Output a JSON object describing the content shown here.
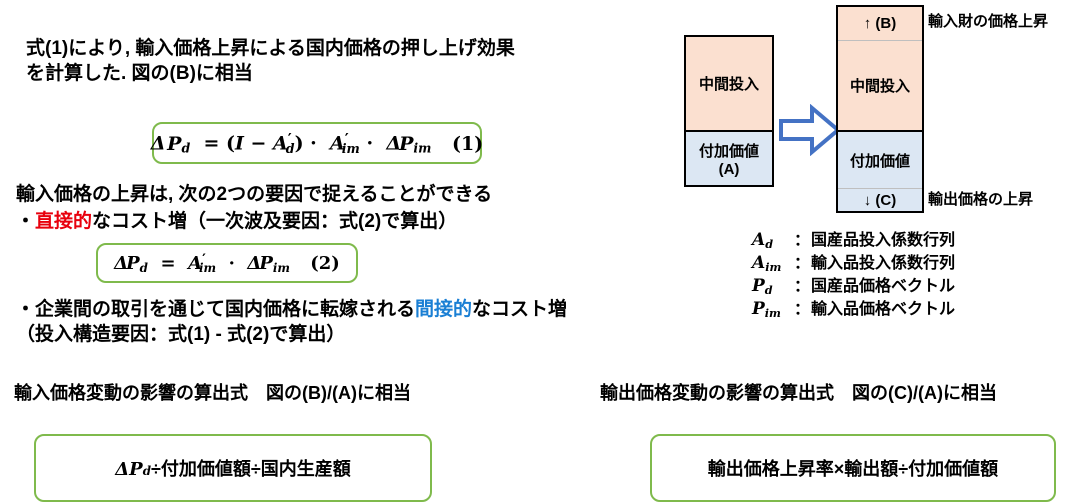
{
  "slide": {
    "title_text_block": {
      "line1": "式(1)により, 輸入価格上昇による国内価格の押し上げ効果",
      "line2": "を計算した. 図の(B)に相当"
    },
    "equation1": {
      "lhs_delta": "Δ",
      "lhs_P": "P",
      "lhs_sub": "d",
      "eq": " = (",
      "I": "I",
      "minus": " − ",
      "A1": "A",
      "A1_sub": "d",
      "close": ") · ",
      "A2": "A",
      "A2_sub": "im",
      "dot": " · ",
      "delta2": "Δ",
      "P2": "P",
      "P2_sub": "im",
      "number": "(1)",
      "full_text": "ΔP_d = (I − A'_d) · A'_im · ΔP_im   (1)",
      "border_color": "#7fba4c"
    },
    "factors_intro": "輸入価格の上昇は, 次の2つの要因で捉えることができる",
    "bullet_direct": {
      "bullet": "・",
      "highlight": "直接的",
      "highlight_color": "#e8000d",
      "rest": "なコスト増（一次波及要因：式(2)で算出）"
    },
    "equation2": {
      "number": "(2)",
      "full_text": "ΔP_d = A'_im · ΔP_im   (2)",
      "border_color": "#7fba4c"
    },
    "bullet_indirect": {
      "bullet": "・",
      "pre": "企業間の取引を通じて国内価格に転嫁される",
      "highlight": "間接的",
      "highlight_color": "#1a7fd4",
      "rest": "なコスト増",
      "line2": "（投入構造要因：式(1) - 式(2)で算出）"
    },
    "bottom_left": {
      "heading": "輸入価格変動の影響の算出式　図の(B)/(A)に相当",
      "formula_math": "ΔP",
      "formula_sub": "d",
      "formula_jp": " ÷付加価値額÷国内生産額",
      "border_color": "#7fba4c"
    },
    "bottom_right": {
      "heading": "輸出価格変動の影響の算出式　図の(C)/(A)に相当",
      "formula_jp": "輸出価格上昇率×輸出額÷付加価値額",
      "border_color": "#7fba4c"
    },
    "diagram": {
      "arrow_color": "#4472c4",
      "left_bar": {
        "segments": [
          {
            "label": "中間投入",
            "color": "#fbe0d0"
          },
          {
            "label": "付加価値",
            "label2": "(A)",
            "color": "#dce7f3"
          }
        ]
      },
      "right_bar": {
        "segments": [
          {
            "label": "↑ (B)",
            "color": "#fbe0d0"
          },
          {
            "label": "中間投入",
            "color": "#fbe0d0"
          },
          {
            "label": "付加価値",
            "color": "#dce7f3"
          },
          {
            "label": "↓ (C)",
            "color": "#dce7f3"
          }
        ]
      },
      "annotation_top": "輸入財の価格上昇",
      "annotation_bottom": "輸出価格の上昇"
    },
    "legend": [
      {
        "symbol": "A",
        "sub": "d",
        "colon": "：",
        "text": "国産品投入係数行列"
      },
      {
        "symbol": "A",
        "sub": "im",
        "colon": "：",
        "text": "輸入品投入係数行列"
      },
      {
        "symbol": "P",
        "sub": "d",
        "colon": "：",
        "text": "国産品価格ベクトル"
      },
      {
        "symbol": "P",
        "sub": "im",
        "colon": "：",
        "text": "輸入品価格ベクトル"
      }
    ]
  }
}
